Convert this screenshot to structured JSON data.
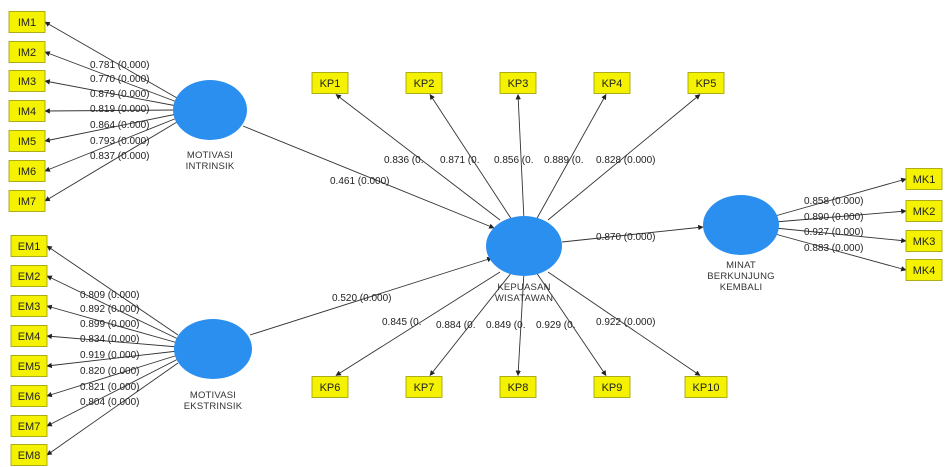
{
  "constructs": {
    "im": {
      "label_lines": [
        "MOTIVASI",
        "INTRINSIK"
      ]
    },
    "em": {
      "label_lines": [
        "MOTIVASI",
        "EKSTRINSIK"
      ]
    },
    "kp": {
      "label_lines": [
        "KEPUASAN",
        "WISATAWAN"
      ]
    },
    "mk": {
      "label_lines": [
        "MINAT",
        "BERKUNJUNG",
        "KEMBALI"
      ]
    }
  },
  "indicators": {
    "im": [
      {
        "label": "IM1",
        "loading": "0.781 (0.000)"
      },
      {
        "label": "IM2",
        "loading": "0.770 (0.000)"
      },
      {
        "label": "IM3",
        "loading": "0.879 (0.000)"
      },
      {
        "label": "IM4",
        "loading": "0.819 (0.000)"
      },
      {
        "label": "IM5",
        "loading": "0.864 (0.000)"
      },
      {
        "label": "IM6",
        "loading": "0.793 (0.000)"
      },
      {
        "label": "IM7",
        "loading": "0.837 (0.000)"
      }
    ],
    "em": [
      {
        "label": "EM1",
        "loading": "0.809 (0.000)"
      },
      {
        "label": "EM2",
        "loading": "0.892 (0.000)"
      },
      {
        "label": "EM3",
        "loading": "0.899 (0.000)"
      },
      {
        "label": "EM4",
        "loading": "0.834 (0.000)"
      },
      {
        "label": "EM5",
        "loading": "0.919 (0.000)"
      },
      {
        "label": "EM6",
        "loading": "0.820 (0.000)"
      },
      {
        "label": "EM7",
        "loading": "0.821 (0.000)"
      },
      {
        "label": "EM8",
        "loading": "0.804 (0.000)"
      }
    ],
    "kp_top": [
      {
        "label": "KP1",
        "loading": "0.836 (0."
      },
      {
        "label": "KP2",
        "loading": "0.871 (0."
      },
      {
        "label": "KP3",
        "loading": "0.856 (0."
      },
      {
        "label": "KP4",
        "loading": "0.889 (0."
      },
      {
        "label": "KP5",
        "loading": "0.828 (0.000)"
      }
    ],
    "kp_bottom": [
      {
        "label": "KP6",
        "loading": "0.845 (0."
      },
      {
        "label": "KP7",
        "loading": "0.884 (0."
      },
      {
        "label": "KP8",
        "loading": "0.849 (0."
      },
      {
        "label": "KP9",
        "loading": "0.929 (0."
      },
      {
        "label": "KP10",
        "loading": "0.922 (0.000)"
      }
    ],
    "mk": [
      {
        "label": "MK1",
        "loading": "0.858 (0.000)"
      },
      {
        "label": "MK2",
        "loading": "0.890 (0.000)"
      },
      {
        "label": "MK3",
        "loading": "0.927 (0.000)"
      },
      {
        "label": "MK4",
        "loading": "0.883 (0.000)"
      }
    ]
  },
  "paths": {
    "im_kp": "0.461 (0.000)",
    "em_kp": "0.520 (0.000)",
    "kp_mk": "0.870 (0.000)"
  },
  "colors": {
    "latent": "#2b8fef",
    "indicator": "#f4f200"
  }
}
